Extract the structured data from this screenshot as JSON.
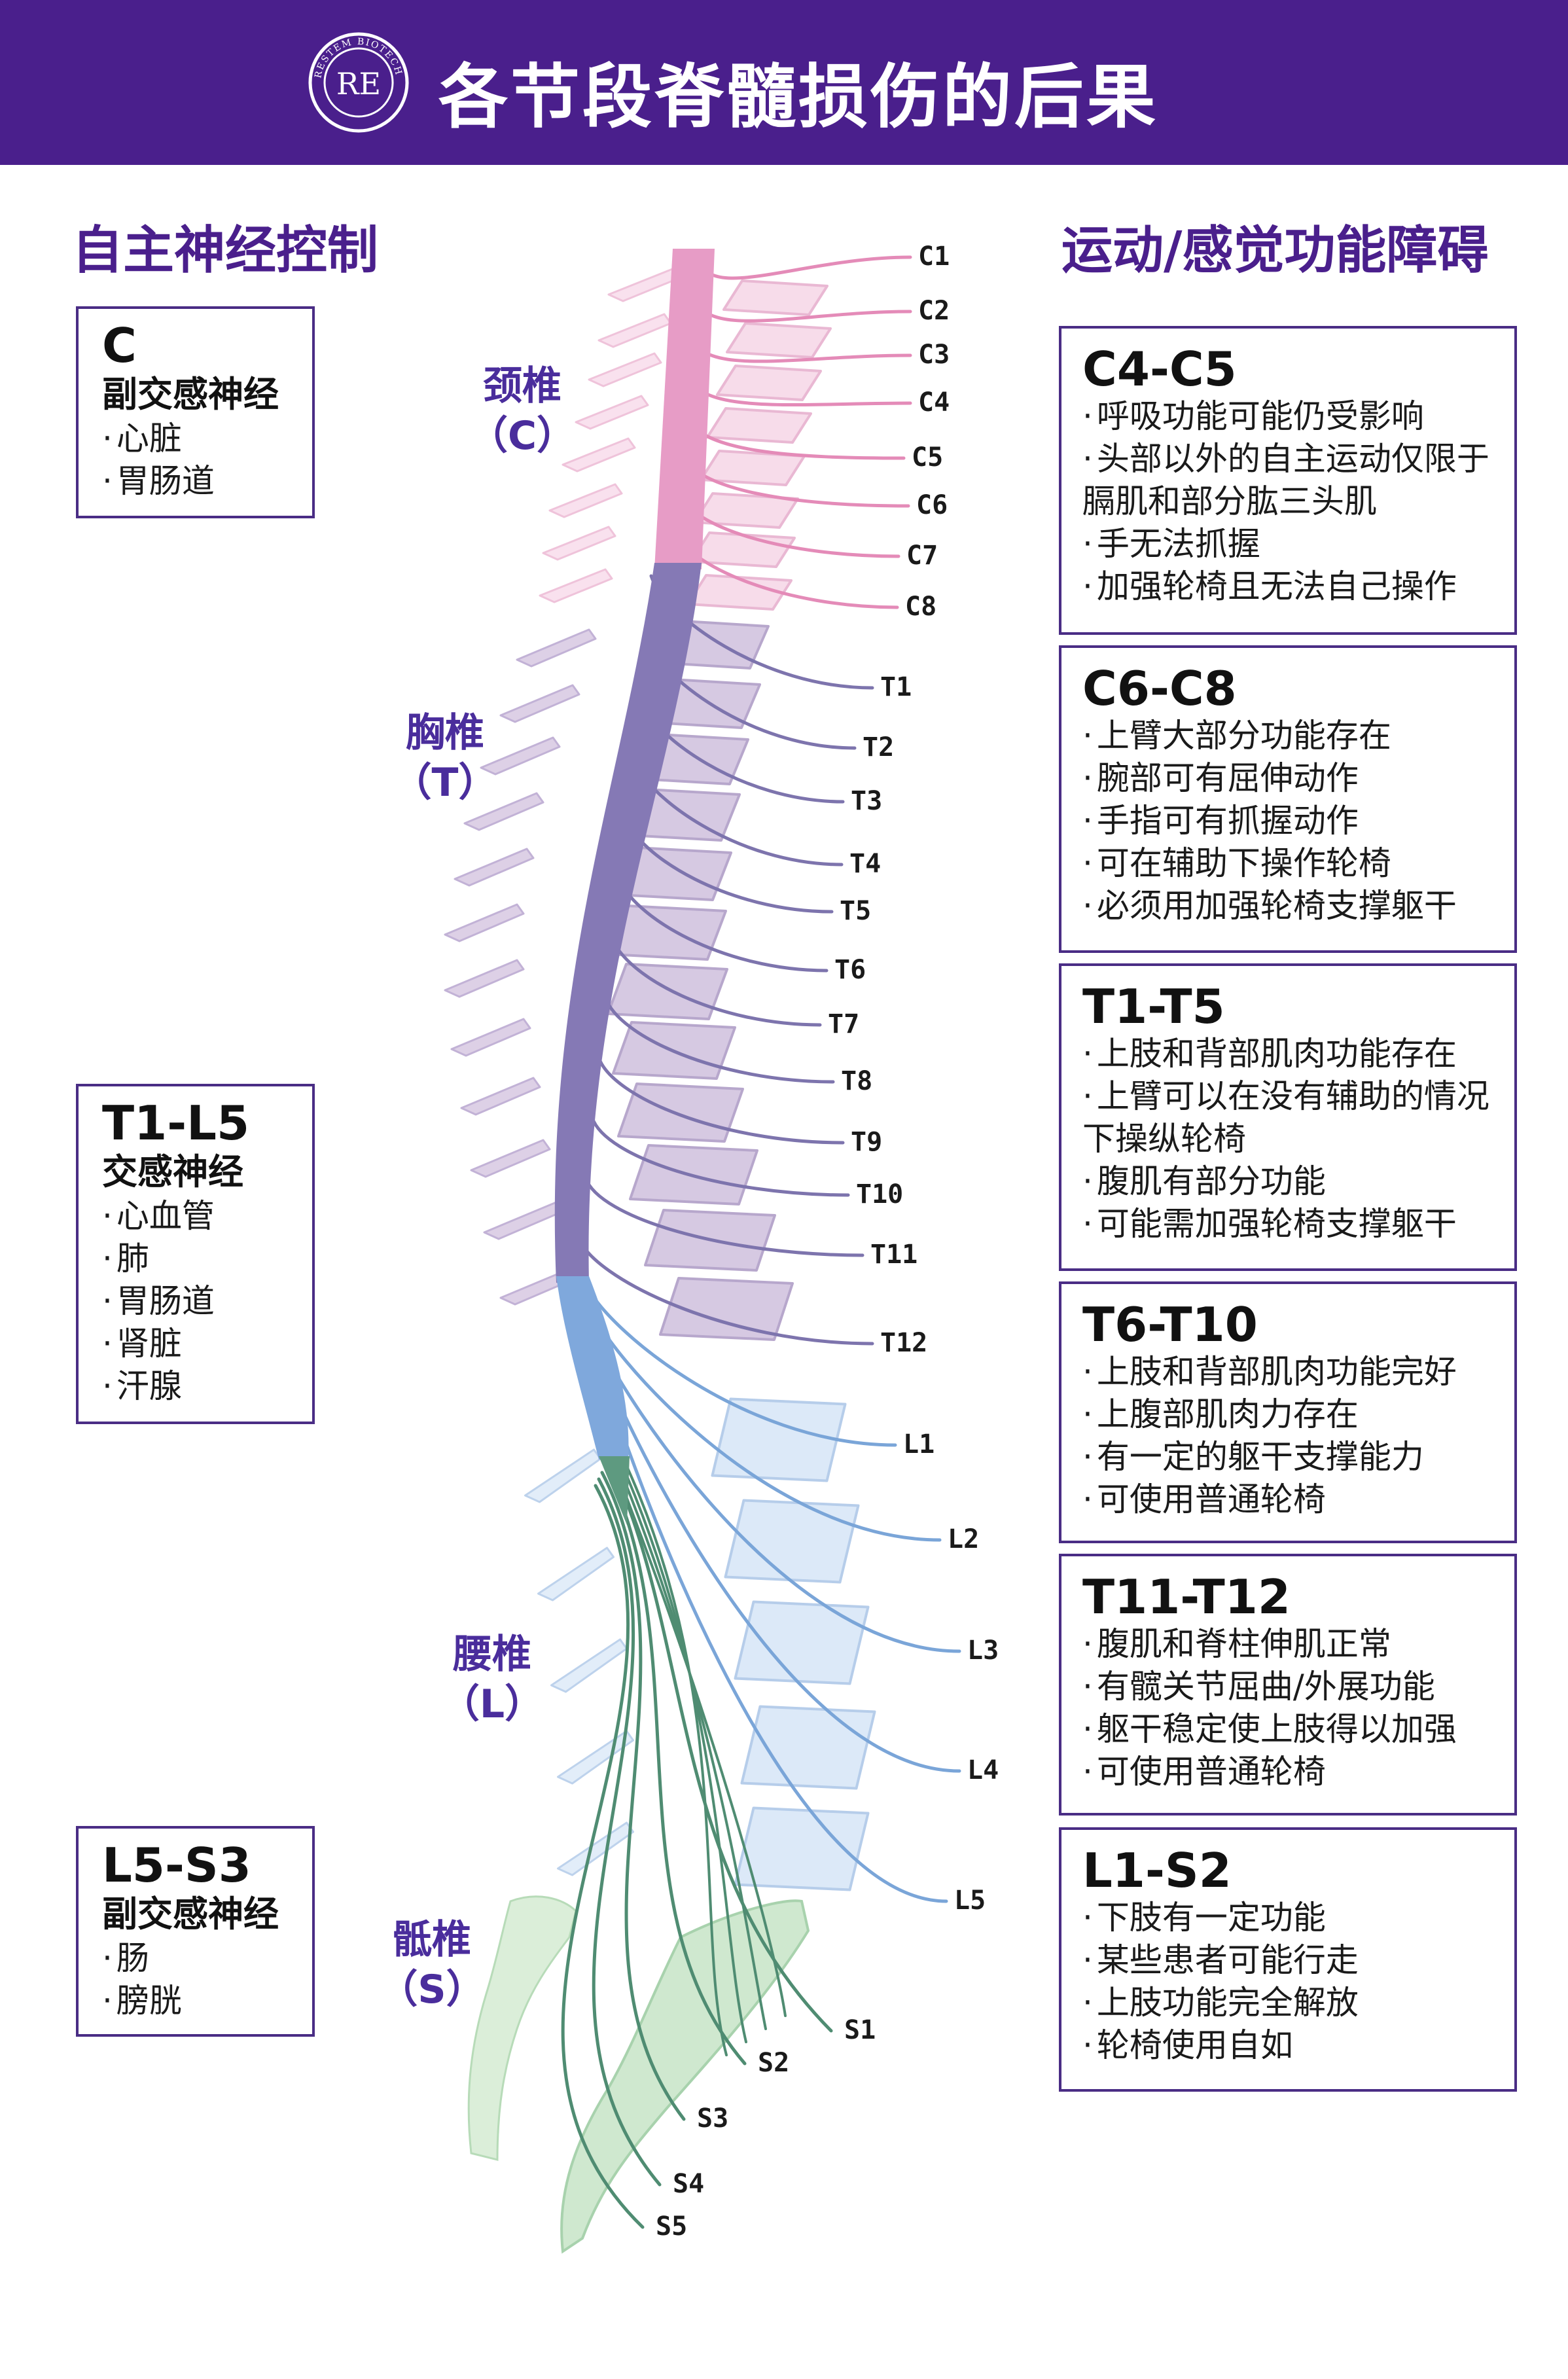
{
  "header": {
    "title": "各节段脊髓损伤的后果",
    "logo_text": "RESTEM BIOTECH",
    "logo_letters": "RE",
    "logo_color": "#4a1f8c"
  },
  "left_section": {
    "title": "自主神经控制",
    "boxes": [
      {
        "head": "C",
        "sub": "副交感神经",
        "items": [
          "心脏",
          "胃肠道"
        ]
      },
      {
        "head": "T1-L5",
        "sub": "交感神经",
        "items": [
          "心血管",
          "肺",
          "胃肠道",
          "肾脏",
          "汗腺"
        ]
      },
      {
        "head": "L5-S3",
        "sub": "副交感神经",
        "items": [
          "肠",
          "膀胱"
        ]
      }
    ]
  },
  "right_section": {
    "title": "运动/感觉功能障碍",
    "boxes": [
      {
        "head": "C4-C5",
        "items": [
          "呼吸功能可能仍受影响",
          "头部以外的自主运动仅限于膈肌和部分肱三头肌",
          "手无法抓握",
          "加强轮椅且无法自己操作"
        ]
      },
      {
        "head": "C6-C8",
        "items": [
          "上臂大部分功能存在",
          "腕部可有屈伸动作",
          "手指可有抓握动作",
          "可在辅助下操作轮椅",
          "必须用加强轮椅支撑躯干"
        ]
      },
      {
        "head": "T1-T5",
        "items": [
          "上肢和背部肌肉功能存在",
          "上臂可以在没有辅助的情况下操纵轮椅",
          "腹肌有部分功能",
          "可能需加强轮椅支撑躯干"
        ]
      },
      {
        "head": "T6-T10",
        "items": [
          "上肢和背部肌肉功能完好",
          "上腹部肌肉力存在",
          "有一定的躯干支撑能力",
          "可使用普通轮椅"
        ]
      },
      {
        "head": "T11-T12",
        "items": [
          "腹肌和脊柱伸肌正常",
          "有髋关节屈曲/外展功能",
          "躯干稳定使上肢得以加强",
          "可使用普通轮椅"
        ]
      },
      {
        "head": "L1-S2",
        "items": [
          "下肢有一定功能",
          "某些患者可能行走",
          "上肢功能完全解放",
          "轮椅使用自如"
        ]
      }
    ]
  },
  "regions": [
    {
      "name": "颈椎",
      "abbr": "（C）",
      "color": "#e79cc6"
    },
    {
      "name": "胸椎",
      "abbr": "（T）",
      "color": "#8579b5"
    },
    {
      "name": "腰椎",
      "abbr": "（L）",
      "color": "#7fa8dc"
    },
    {
      "name": "骶椎",
      "abbr": "（S）",
      "color": "#5e9a80"
    }
  ],
  "nerve_labels": {
    "cervical": [
      "C1",
      "C2",
      "C3",
      "C4",
      "C5",
      "C6",
      "C7",
      "C8"
    ],
    "thoracic": [
      "T1",
      "T2",
      "T3",
      "T4",
      "T5",
      "T6",
      "T7",
      "T8",
      "T9",
      "T10",
      "T11",
      "T12"
    ],
    "lumbar": [
      "L1",
      "L2",
      "L3",
      "L4",
      "L5"
    ],
    "sacral": [
      "S1",
      "S2",
      "S3",
      "S4",
      "S5"
    ]
  },
  "colors": {
    "accent": "#4a1f8c",
    "cervical_nerve": "#e48bb8",
    "thoracic_nerve": "#7d74ad",
    "lumbar_nerve": "#7aa5d8",
    "sacral_nerve": "#4f8c72"
  }
}
